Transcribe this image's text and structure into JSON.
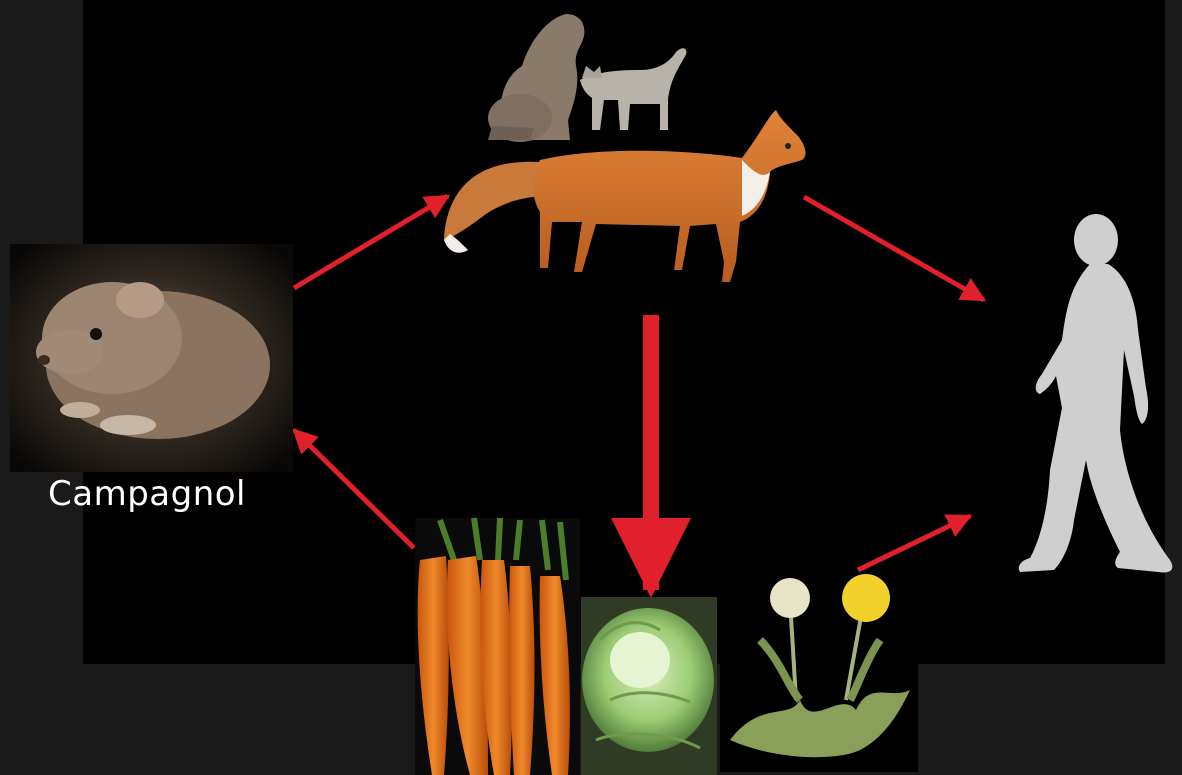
{
  "diagram": {
    "labels": {
      "vole": "Campagnol"
    },
    "nodes": [
      {
        "id": "vole",
        "icon": "vole-photo"
      },
      {
        "id": "dog-cat",
        "icon": "dog-and-cat-illustration"
      },
      {
        "id": "fox",
        "icon": "fox-illustration"
      },
      {
        "id": "human",
        "icon": "human-silhouette-icon"
      },
      {
        "id": "carrots",
        "icon": "carrots-photo"
      },
      {
        "id": "lettuce",
        "icon": "lettuce-photo"
      },
      {
        "id": "dandelion",
        "icon": "dandelion-photo"
      }
    ],
    "edges": [
      {
        "from": "vole",
        "to": "fox"
      },
      {
        "from": "fox",
        "to": "human"
      },
      {
        "from": "fox",
        "to": "lettuce"
      },
      {
        "from": "carrots",
        "to": "vole"
      },
      {
        "from": "dandelion",
        "to": "human"
      }
    ],
    "colors": {
      "background": "#000000",
      "outer_background": "#1a1a1a",
      "arrow": "#e0202a",
      "label_text": "#ffffff",
      "human_silhouette": "#cfcfcf"
    }
  }
}
